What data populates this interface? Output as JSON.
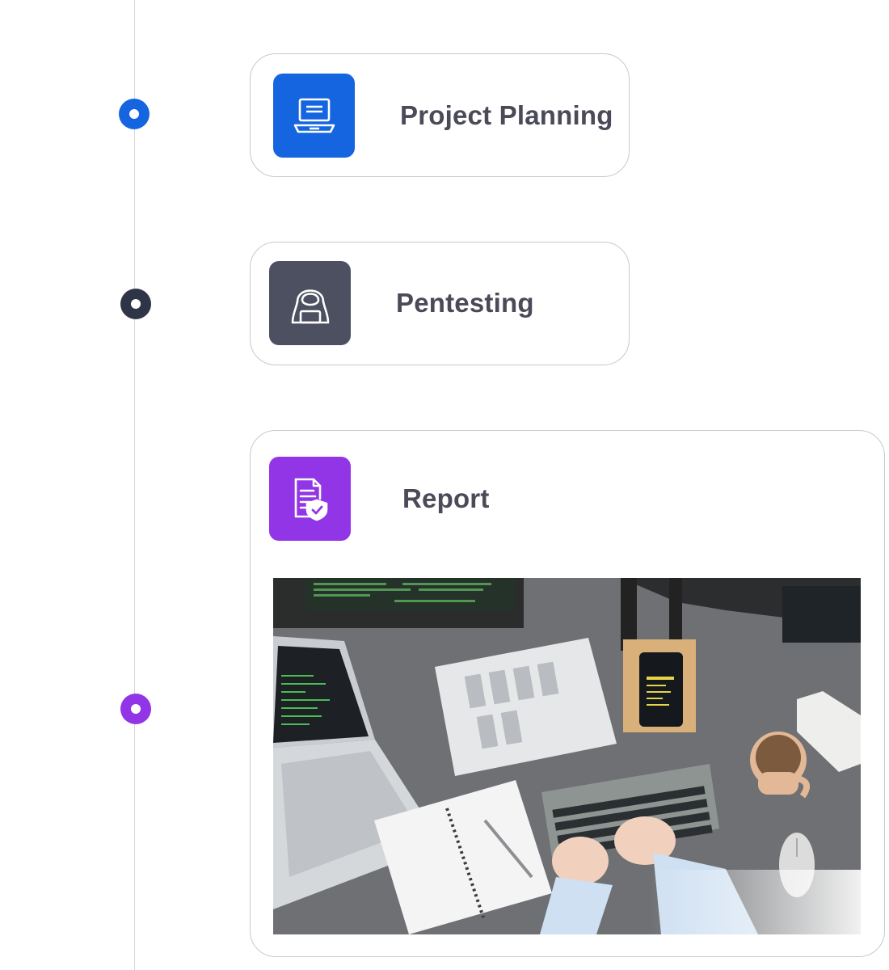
{
  "steps": [
    {
      "title": "Project Planning",
      "icon": "laptop-icon",
      "color": "#1565e0"
    },
    {
      "title": "Pentesting",
      "icon": "hacker-icon",
      "color": "#4c5060"
    },
    {
      "title": "Report",
      "icon": "secure-document-icon",
      "color": "#9135e6"
    }
  ],
  "report_image": {
    "subject": "desk-workspace-photo"
  },
  "colors": {
    "line": "#d6d6dc",
    "border": "#c9c9cf",
    "text": "#4a4a58"
  }
}
